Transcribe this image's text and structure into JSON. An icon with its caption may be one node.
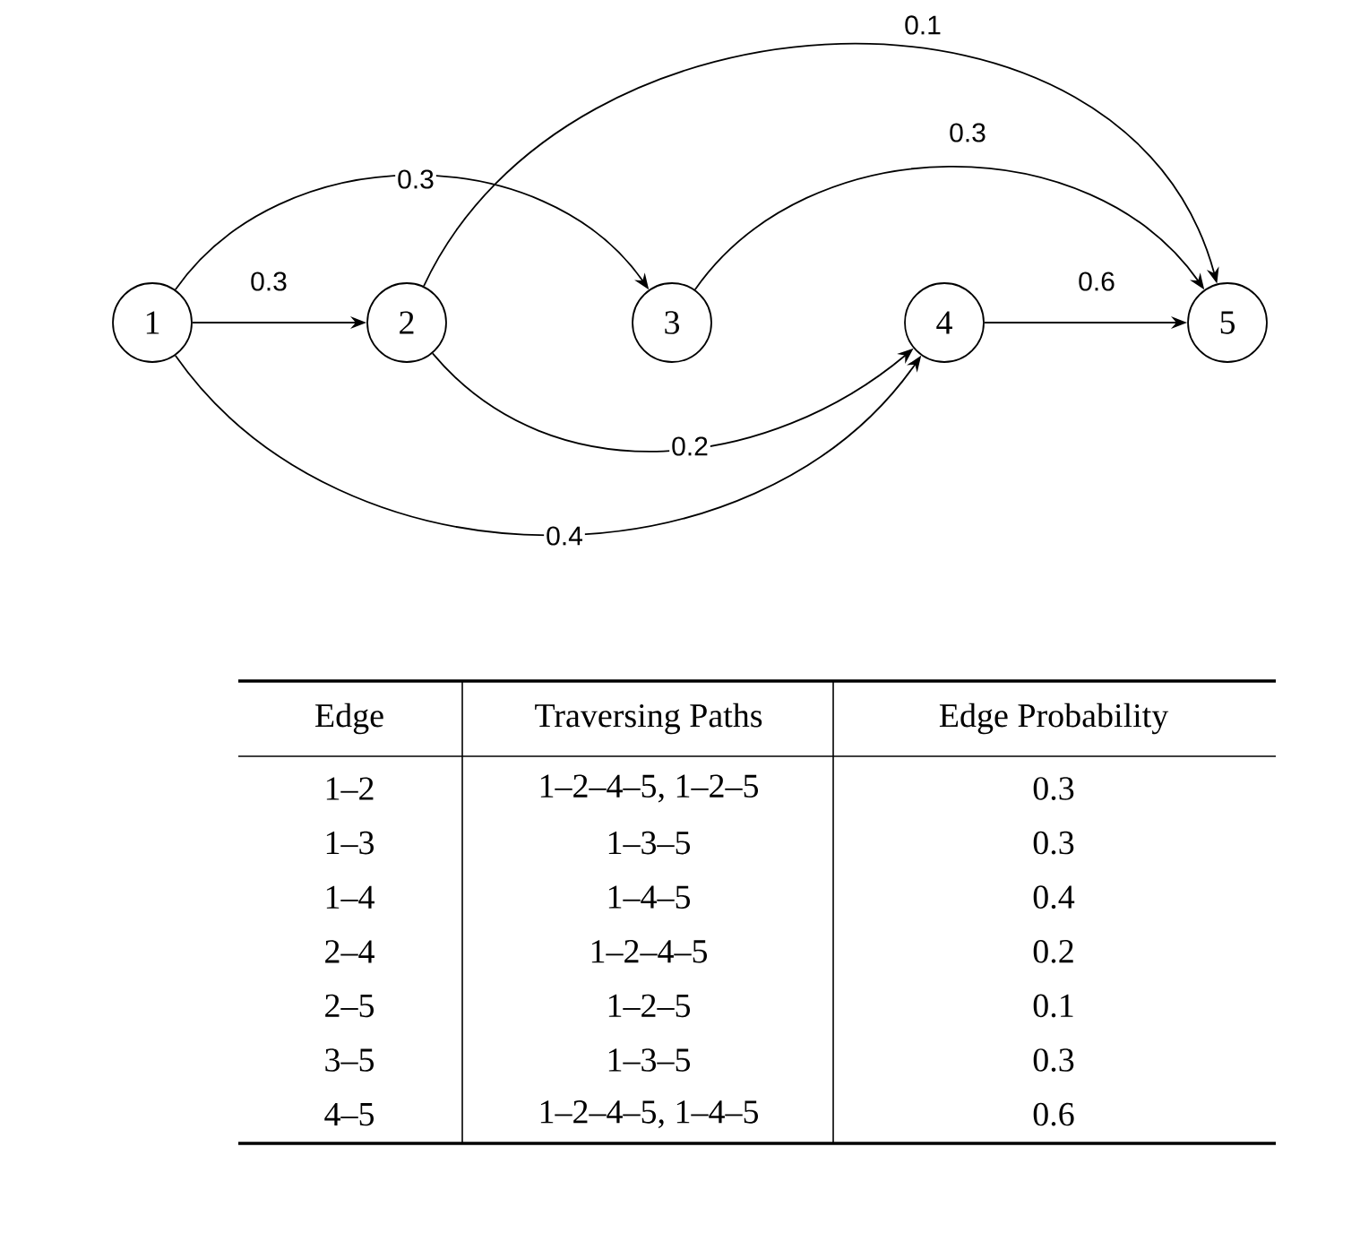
{
  "diagram": {
    "nodes": [
      {
        "text": [
          "1"
        ]
      },
      {
        "text": [
          "2"
        ]
      },
      {
        "text": [
          "3"
        ]
      },
      {
        "text": [
          "4"
        ]
      },
      {
        "text": [
          "5"
        ]
      }
    ],
    "edges": [
      {
        "from": 0,
        "to": 1,
        "arrow": "to",
        "label": "0.3"
      },
      {
        "from": 0,
        "to": 2,
        "arrow": "to",
        "label": "0.3"
      },
      {
        "from": 0,
        "to": 3,
        "arrow": "to",
        "label": "0.4"
      },
      {
        "from": 1,
        "to": 3,
        "arrow": "to",
        "label": "0.2"
      },
      {
        "from": 1,
        "to": 4,
        "arrow": "to",
        "label": "0.1"
      },
      {
        "from": 2,
        "to": 4,
        "arrow": "to",
        "label": "0.3"
      },
      {
        "from": 3,
        "to": 4,
        "arrow": "to",
        "label": "0.6"
      }
    ],
    "labels": [
      "Edge",
      "Traversing Paths",
      "Edge Probability",
      "1–2",
      "1–2–4–5, 1–2–5",
      "0.3",
      "1–3",
      "1–3–5",
      "0.3",
      "1–4",
      "1–4–5",
      "0.4",
      "2–4",
      "1–2–4–5",
      "0.2",
      "2–5",
      "1–2–5",
      "0.1",
      "3–5",
      "1–3–5",
      "0.3",
      "4–5",
      "1–2–4–5, 1–4–5",
      "0.6"
    ]
  }
}
